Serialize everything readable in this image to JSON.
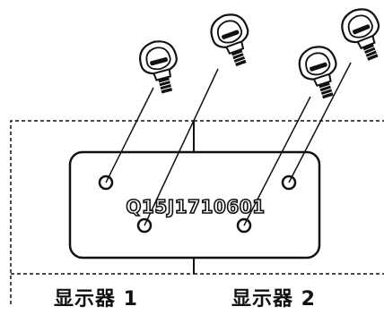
{
  "plate_text": "Q15J1710601",
  "display_labels": [
    "显示器 1",
    "显示器 2"
  ],
  "screw_count": 4,
  "hole_count": 4,
  "colors": {
    "line": "#111111",
    "screw_fill": "#ffffff",
    "background": "#ffffff"
  }
}
